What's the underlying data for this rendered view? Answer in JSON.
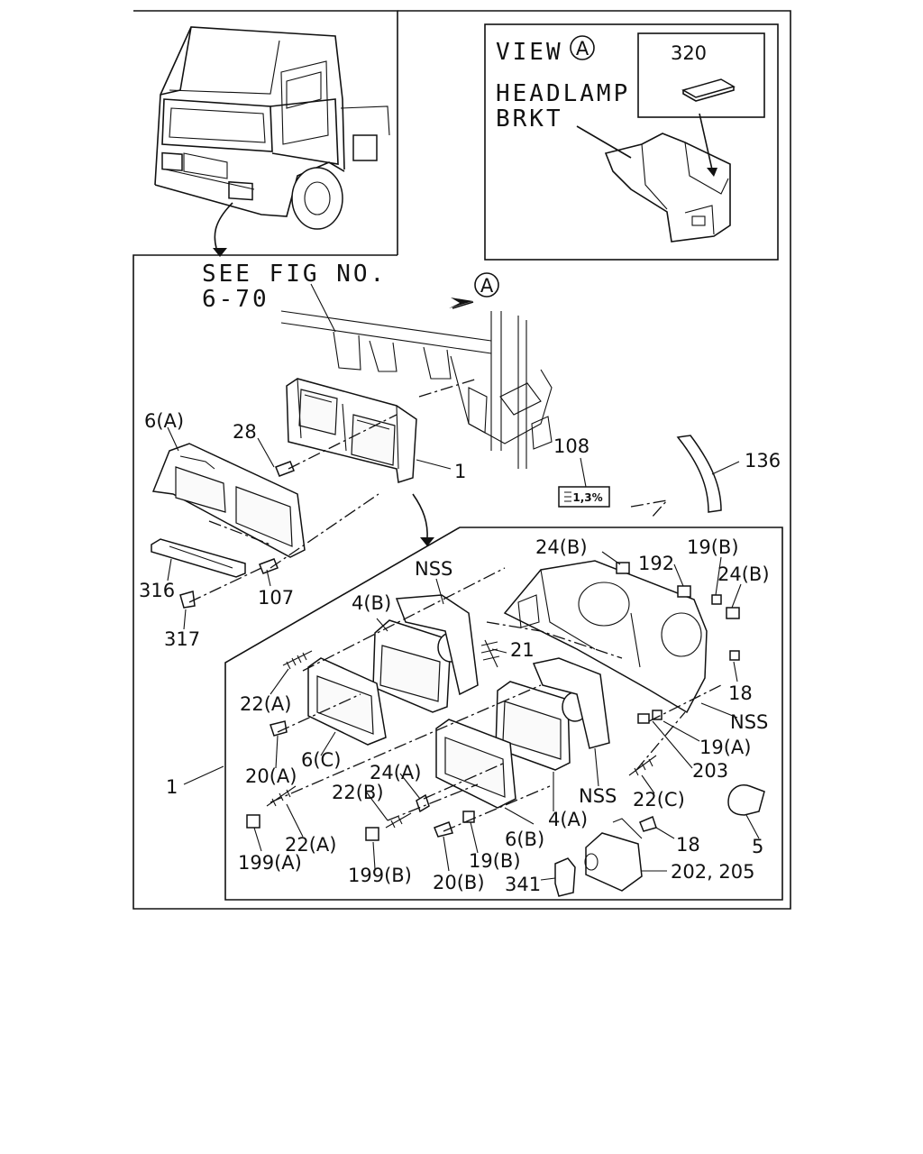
{
  "view_box": {
    "title": "VIEW",
    "marker": "A",
    "heading_line1": "HEADLAMP",
    "heading_line2": "BRKT",
    "inset_part": "320"
  },
  "reference": {
    "line1": "SEE FIG NO.",
    "line2": "6-70",
    "view_marker": "A"
  },
  "callouts": {
    "c_6A": "6(A)",
    "c_28": "28",
    "c_1_top": "1",
    "c_108": "108",
    "c_136": "136",
    "c_316": "316",
    "c_107": "107",
    "c_317": "317",
    "c_24B_top": "24(B)",
    "c_192": "192",
    "c_19B_top": "19(B)",
    "c_24B_right": "24(B)",
    "c_NSS_top": "NSS",
    "c_4B": "4(B)",
    "c_21": "21",
    "c_18_right": "18",
    "c_NSS_right": "NSS",
    "c_22A_upper": "22(A)",
    "c_19A": "19(A)",
    "c_203": "203",
    "c_20A": "20(A)",
    "c_6C": "6(C)",
    "c_1_left": "1",
    "c_24A": "24(A)",
    "c_22B": "22(B)",
    "c_NSS_mid": "NSS",
    "c_22C": "22(C)",
    "c_4A": "4(A)",
    "c_6B": "6(B)",
    "c_22A_lower": "22(A)",
    "c_18_lower": "18",
    "c_5": "5",
    "c_199A": "199(A)",
    "c_199B": "199(B)",
    "c_19B_lower": "19(B)",
    "c_20B": "20(B)",
    "c_341": "341",
    "c_202_205": "202, 205"
  },
  "label_108": "1,3%"
}
